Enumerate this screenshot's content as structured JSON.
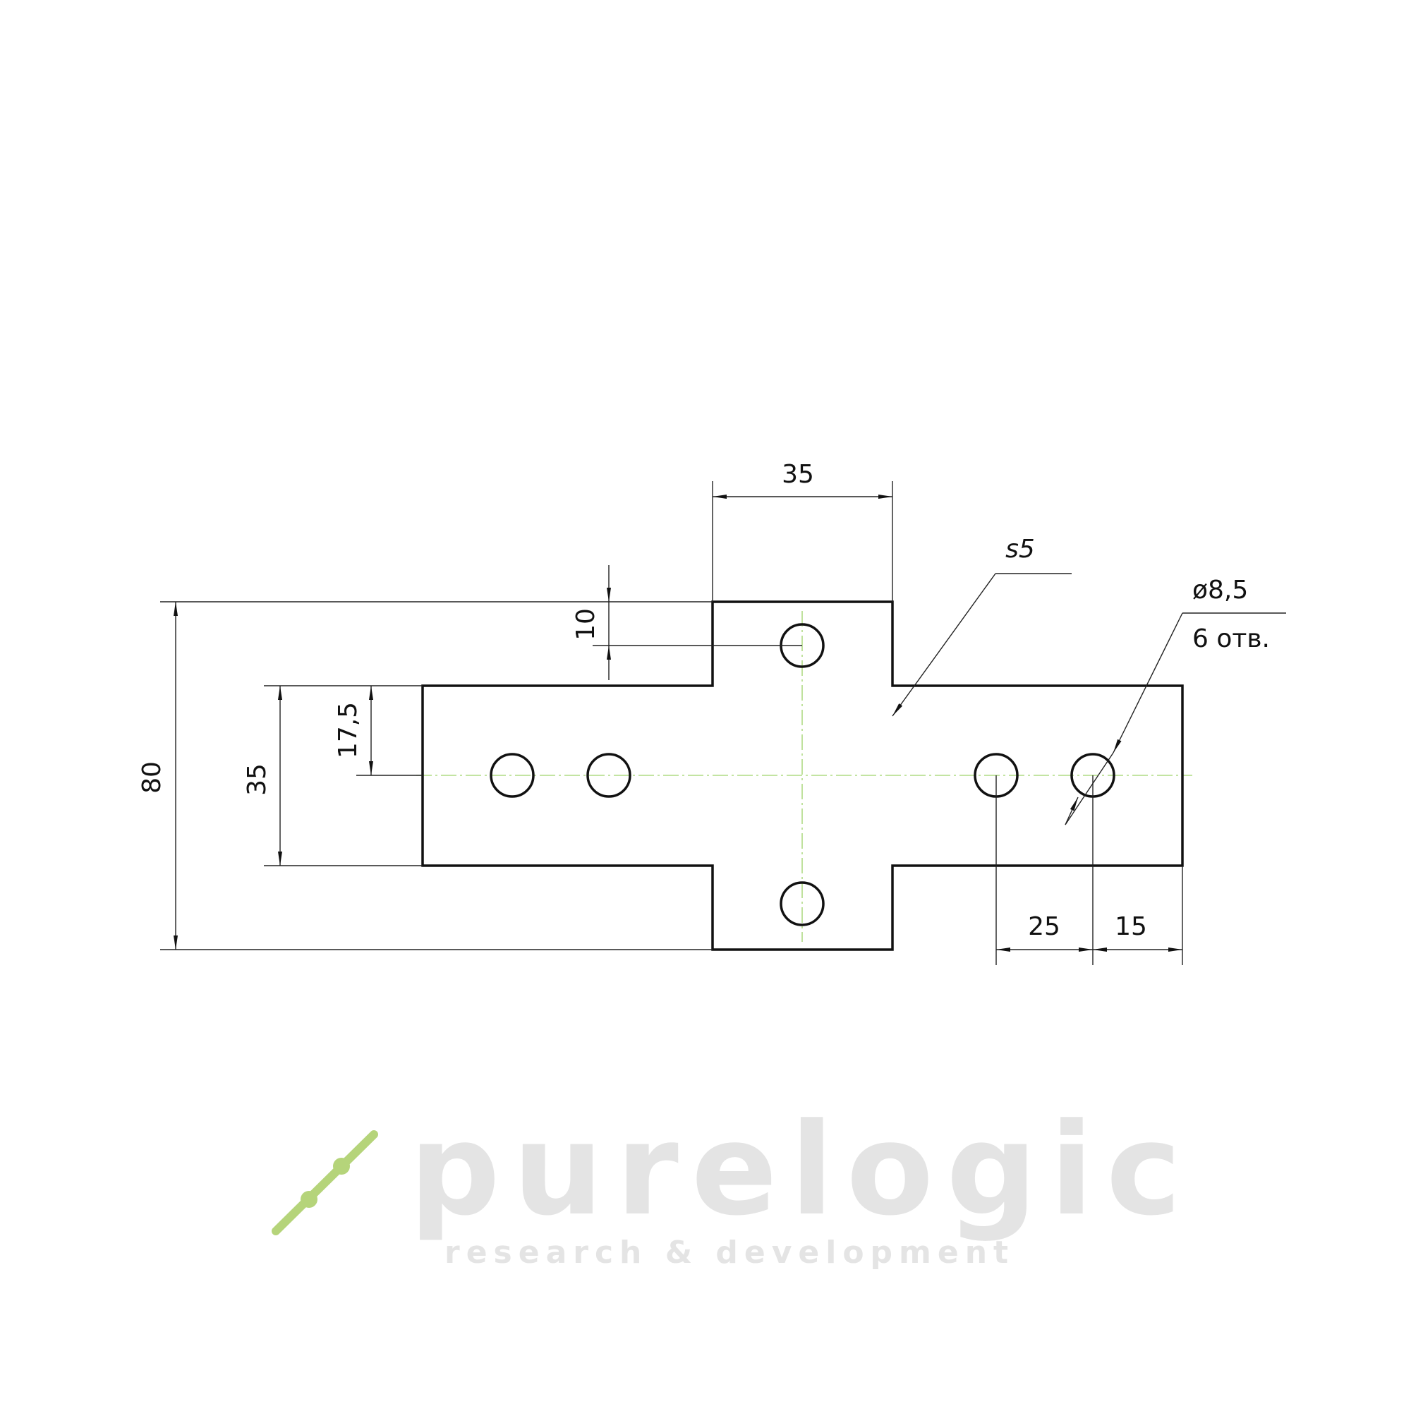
{
  "drawing": {
    "dimensions": {
      "tab_width": "35",
      "tab_height": "10",
      "overall_height": "80",
      "band_height": "35",
      "half_band": "17,5",
      "hole_pitch": "25",
      "edge_offset": "15"
    },
    "thickness_label": "s5",
    "hole_diameter_label": "ø8,5",
    "hole_count_label": "6 отв."
  },
  "watermark": {
    "brand": "purelogic",
    "tagline": "research & development"
  },
  "colors": {
    "outline": "#111111",
    "centerline": "#9fd36a"
  }
}
